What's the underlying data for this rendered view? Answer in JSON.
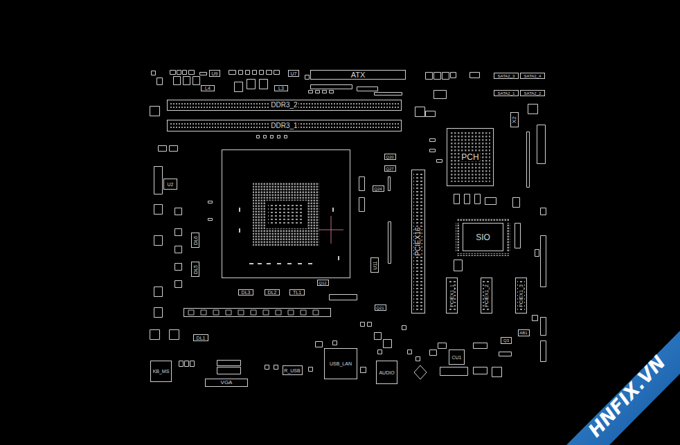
{
  "diagram": {
    "nodes": [
      {
        "text": [
          "U9"
        ]
      },
      {
        "text": [
          "L4"
        ]
      },
      {
        "text": [
          "L3"
        ]
      },
      {
        "text": [
          "U7"
        ]
      },
      {
        "text": [
          "ATX"
        ]
      },
      {
        "text": [
          "SATA2_3"
        ]
      },
      {
        "text": [
          "SATA2_4"
        ]
      },
      {
        "text": [
          "SATA2_1"
        ]
      },
      {
        "text": [
          "SATA2_2"
        ]
      },
      {
        "text": [
          "DDR3_2"
        ]
      },
      {
        "text": [
          "X2"
        ]
      },
      {
        "text": [
          "DDR3_1"
        ]
      },
      {
        "text": [
          "PCH"
        ]
      },
      {
        "text": [
          "Q20"
        ]
      },
      {
        "text": [
          "Q27"
        ]
      },
      {
        "text": [
          "PCIEX16"
        ]
      },
      {
        "text": [
          "U2"
        ]
      },
      {
        "text": [
          "Q24"
        ]
      },
      {
        "text": [
          "SIO"
        ]
      },
      {
        "text": [
          "DL6"
        ]
      },
      {
        "text": [
          "U11"
        ]
      },
      {
        "text": [
          "DL5"
        ]
      },
      {
        "text": [
          "PCIEX1_1"
        ]
      },
      {
        "text": [
          "PCIEX1_2"
        ]
      },
      {
        "text": [
          "PCIEX1_3"
        ]
      },
      {
        "text": [
          "Q12"
        ]
      },
      {
        "text": [
          "DL3"
        ]
      },
      {
        "text": [
          "DL2"
        ]
      },
      {
        "text": [
          "TL1"
        ]
      },
      {
        "text": [
          "Q21"
        ]
      },
      {
        "text": [
          "AB1"
        ]
      },
      {
        "text": [
          "DL1"
        ]
      },
      {
        "text": [
          "Q3"
        ]
      },
      {
        "text": [
          "USB_LAN"
        ]
      },
      {
        "text": [
          "CU1"
        ]
      },
      {
        "text": [
          "KB_MS"
        ]
      },
      {
        "text": [
          "AUDIO"
        ]
      },
      {
        "text": [
          "R_USB"
        ]
      },
      {
        "text": [
          "VGA"
        ]
      }
    ],
    "labels": [
      "HNFIX.VN"
    ]
  }
}
